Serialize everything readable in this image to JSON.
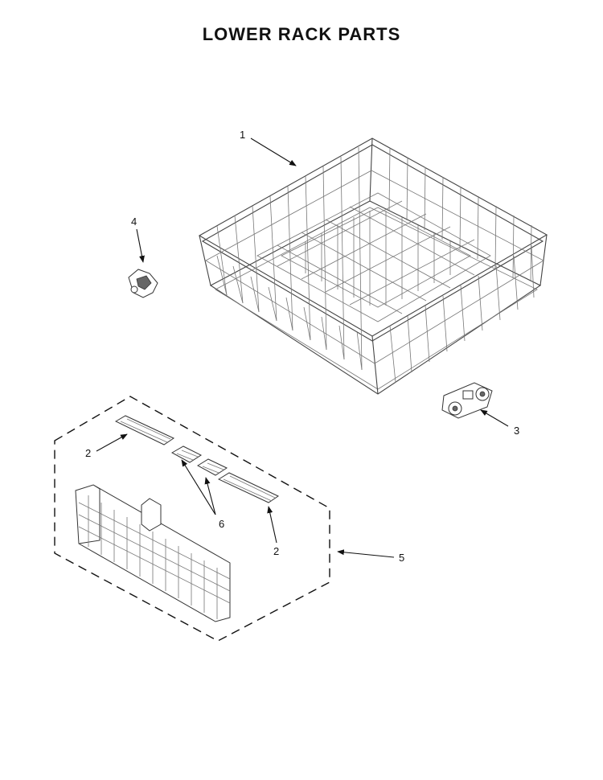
{
  "title": "LOWER RACK PARTS",
  "callouts": {
    "rack": "1",
    "utensil_cover_left": "2",
    "utensil_cover_right": "2",
    "wheel_right": "3",
    "wheel_left": "4",
    "silverware_basket": "5",
    "small_cover": "6"
  }
}
